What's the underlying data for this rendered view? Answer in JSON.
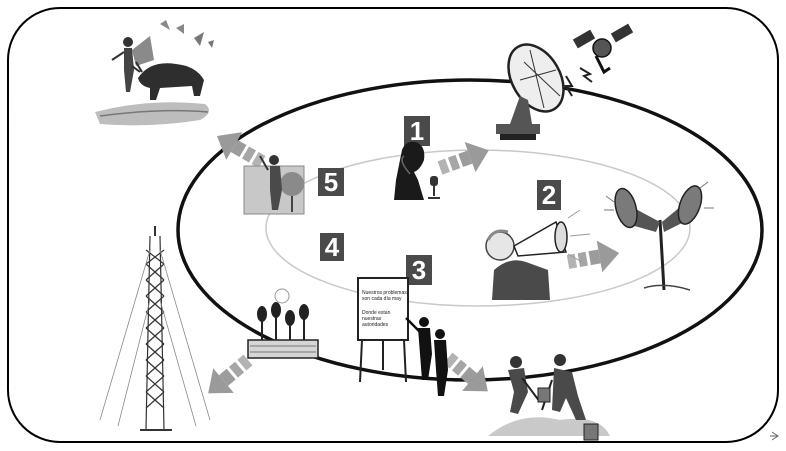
{
  "steps": {
    "s1": "1",
    "s2": "2",
    "s3": "3",
    "s4": "4",
    "s5": "5"
  },
  "board": {
    "line1": "Nuestros problemas",
    "line2": "son cada día may",
    "line3": "Donde estan",
    "line4": "nuestras",
    "line5": "autoridades"
  },
  "colors": {
    "background": "#ffffff",
    "frame": "#000000",
    "badge": "#4a4a4a",
    "arrow": "#a8a8a8"
  },
  "icons": [
    "bullfighter-icon",
    "satellite-dish-icon",
    "satellite-icon",
    "speaker-with-headset-icon",
    "megaphone-man-icon",
    "loudspeaker-horns-icon",
    "presenter-board-icon",
    "workers-digging-icon",
    "microphones-press-icon",
    "radio-tower-icon",
    "man-with-tree-icon"
  ]
}
